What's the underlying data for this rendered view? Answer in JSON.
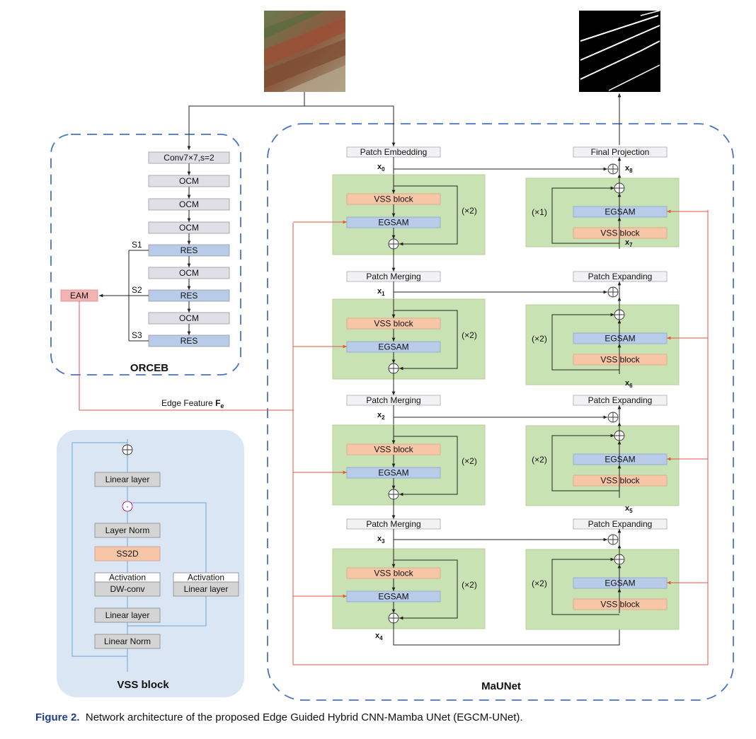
{
  "orceb": {
    "title": "ORCEB",
    "blocks": [
      "Conv7×7,s=2",
      "OCM",
      "OCM",
      "OCM",
      "RES",
      "OCM",
      "RES",
      "OCM",
      "RES"
    ],
    "stage_labels": [
      "S1",
      "S2",
      "S3"
    ],
    "eam_label": "EAM"
  },
  "edge_feature": {
    "label": "Edge Feature",
    "symbol": "F",
    "subscript": "e"
  },
  "vss": {
    "title": "VSS block",
    "left_branch": [
      "Linear layer",
      "Layer Norm",
      "SS2D",
      "Activation",
      "DW-conv",
      "Linear layer",
      "Linear Norm"
    ],
    "right_branch": [
      "Activation",
      "Linear layer"
    ],
    "multiply_symbol": "·",
    "add_symbol": "+"
  },
  "maunet": {
    "title": "MaUNet",
    "encoder": {
      "heads": [
        "Patch Embedding",
        "Patch Merging",
        "Patch Merging",
        "Patch Merging"
      ],
      "x_labels": [
        "x",
        "x",
        "x",
        "x",
        "x"
      ],
      "x_subs": [
        "0",
        "1",
        "2",
        "3",
        "4"
      ],
      "blocks": [
        {
          "top": "VSS block",
          "bottom": "EGSAM",
          "mult": "(×2)"
        },
        {
          "top": "VSS block",
          "bottom": "EGSAM",
          "mult": "(×2)"
        },
        {
          "top": "VSS block",
          "bottom": "EGSAM",
          "mult": "(×2)"
        },
        {
          "top": "VSS block",
          "bottom": "EGSAM",
          "mult": "(×2)"
        }
      ]
    },
    "decoder": {
      "heads": [
        "Final Projection",
        "Patch Expanding",
        "Patch Expanding",
        "Patch Expanding"
      ],
      "x_labels": [
        "x",
        "x",
        "x",
        "x"
      ],
      "x_subs": [
        "8",
        "7",
        "6",
        "5"
      ],
      "blocks": [
        {
          "top": "EGSAM",
          "bottom": "VSS block",
          "mult": "(×1)"
        },
        {
          "top": "EGSAM",
          "bottom": "VSS block",
          "mult": "(×2)"
        },
        {
          "top": "EGSAM",
          "bottom": "VSS block",
          "mult": "(×2)"
        },
        {
          "top": "EGSAM",
          "bottom": "VSS block",
          "mult": "(×2)"
        }
      ]
    }
  },
  "caption": {
    "figure_label": "Figure 2.",
    "text": "Network architecture of the proposed Edge Guided Hybrid CNN-Mamba UNet (EGCM-UNet)."
  },
  "colors": {
    "dash_blue": "#4a72c4",
    "green_fill": "#c9e2b3",
    "vss_fill": "#f7c6a6",
    "egsam_fill": "#b8cce9",
    "gray_fill": "#e0dfe8",
    "red_line": "#e05545",
    "vss_panel": "#dbe6f4",
    "vss_line": "#6ea6d8"
  }
}
